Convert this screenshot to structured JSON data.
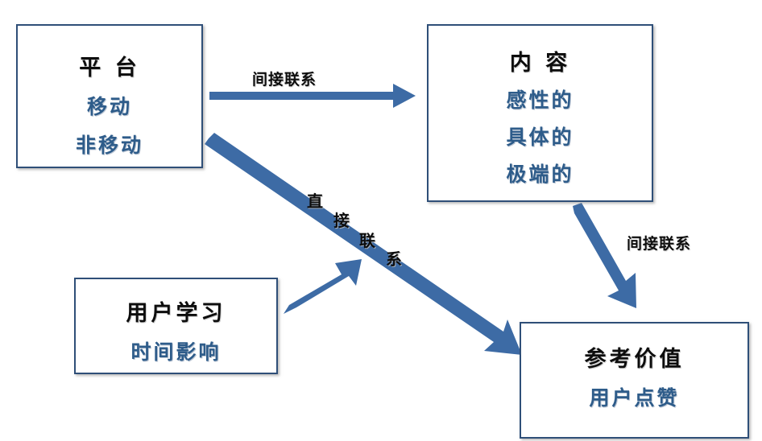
{
  "diagram": {
    "title_color": "#0d0d0d",
    "accent_color": "#3d6ba5",
    "sub_text_color": "#2e5c8a",
    "border_color": "#2f4f78",
    "background": "#ffffff",
    "nodes": [
      {
        "id": "platform",
        "title": "平 台",
        "subs": [
          "移动",
          "非移动"
        ]
      },
      {
        "id": "content",
        "title": "内 容",
        "subs": [
          "感性的",
          "具体的",
          "极端的"
        ]
      },
      {
        "id": "user-learning",
        "title": "用户学习",
        "subs": [
          "时间影响"
        ]
      },
      {
        "id": "reference-value",
        "title": "参考价值",
        "subs": [
          "用户点赞"
        ]
      }
    ],
    "edges": [
      {
        "id": "platform-to-content",
        "label": "间接联系",
        "from": "platform",
        "to": "content"
      },
      {
        "id": "content-to-reference",
        "label": "间接联系",
        "from": "content",
        "to": "reference-value"
      },
      {
        "id": "platform-to-reference",
        "label": "直接联系",
        "label_chars": [
          "直",
          "接",
          "联",
          "系"
        ],
        "from": "platform",
        "to": "reference-value"
      },
      {
        "id": "user-learning-to-direct-link",
        "label": "",
        "from": "user-learning",
        "to": "platform-to-reference"
      }
    ]
  }
}
